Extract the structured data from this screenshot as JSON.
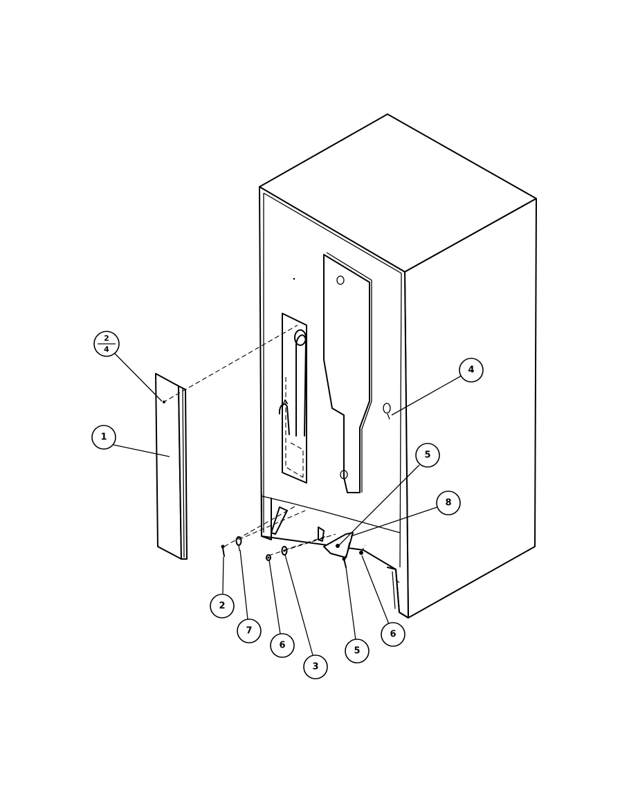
{
  "callouts": [
    {
      "id": "c1",
      "label": "1"
    },
    {
      "id": "c24",
      "numerator": "2",
      "denominator": "4"
    },
    {
      "id": "c4",
      "label": "4"
    },
    {
      "id": "c5a",
      "label": "5"
    },
    {
      "id": "c8",
      "label": "8"
    },
    {
      "id": "c2",
      "label": "2"
    },
    {
      "id": "c7",
      "label": "7"
    },
    {
      "id": "c6a",
      "label": "6"
    },
    {
      "id": "c3",
      "label": "3"
    },
    {
      "id": "c5b",
      "label": "5"
    },
    {
      "id": "c6b",
      "label": "6"
    }
  ]
}
